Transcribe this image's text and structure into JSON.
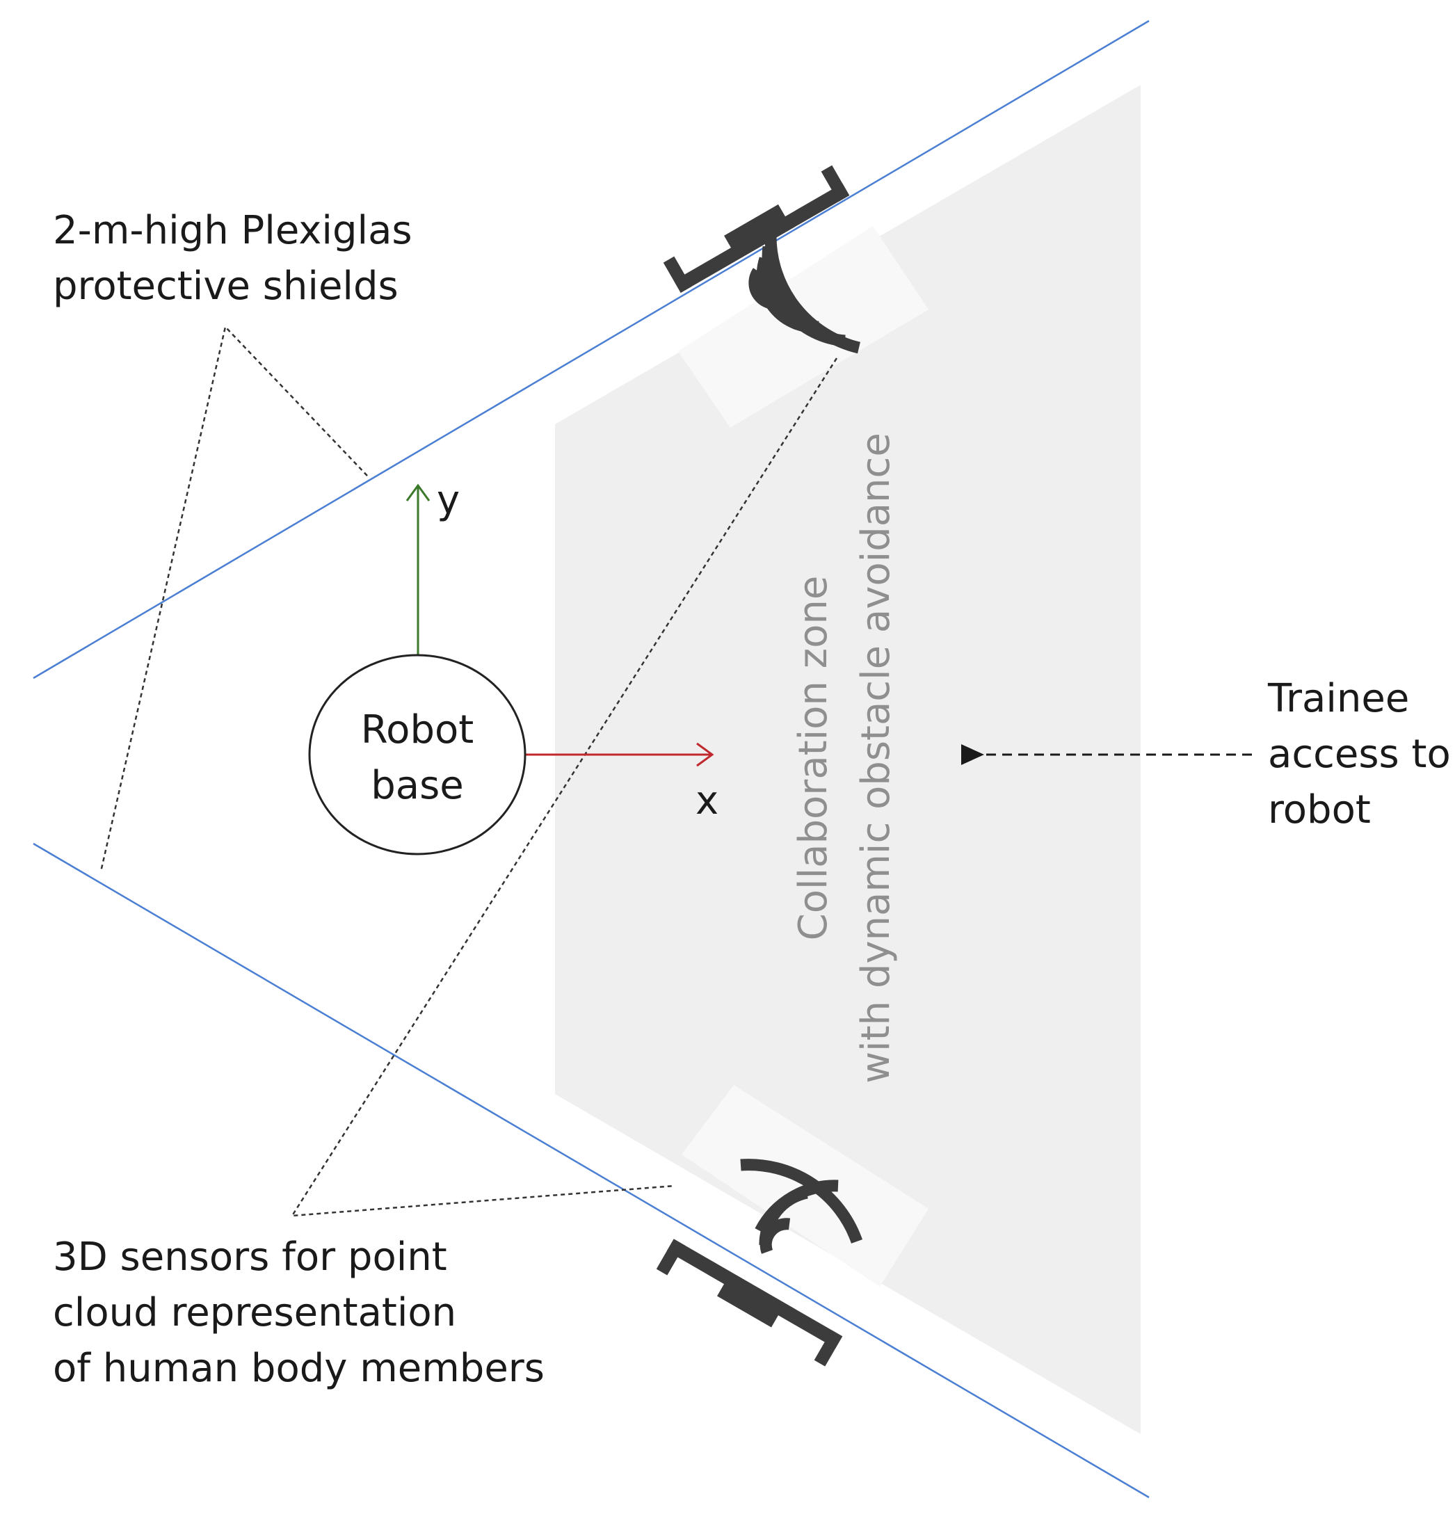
{
  "labels": {
    "shields_line1": "2-m-high Plexiglas",
    "shields_line2": "protective shields",
    "sensors_line1": "3D sensors for point",
    "sensors_line2": "cloud representation",
    "sensors_line3": "of human body members",
    "robot_line1": "Robot",
    "robot_line2": "base",
    "axis_x": "x",
    "axis_y": "y",
    "zone_line1": "Collaboration zone",
    "zone_line2": "with dynamic obstacle avoidance",
    "trainee_line1": "Trainee",
    "trainee_line2": "access to",
    "trainee_line3": "robot"
  },
  "colors": {
    "shield_line": "#4a7fd4",
    "zone_fill": "#efefef",
    "sensor_mount": "#f8f8f8",
    "sensor_dark": "#3c3c3c",
    "axis_x": "#c0282d",
    "axis_y": "#3a7a2a",
    "leader_line": "#333333",
    "text": "#1a1a1a",
    "zone_text": "#8f8f8f"
  },
  "icons": [
    "sensor-icon-top",
    "sensor-icon-bottom"
  ]
}
